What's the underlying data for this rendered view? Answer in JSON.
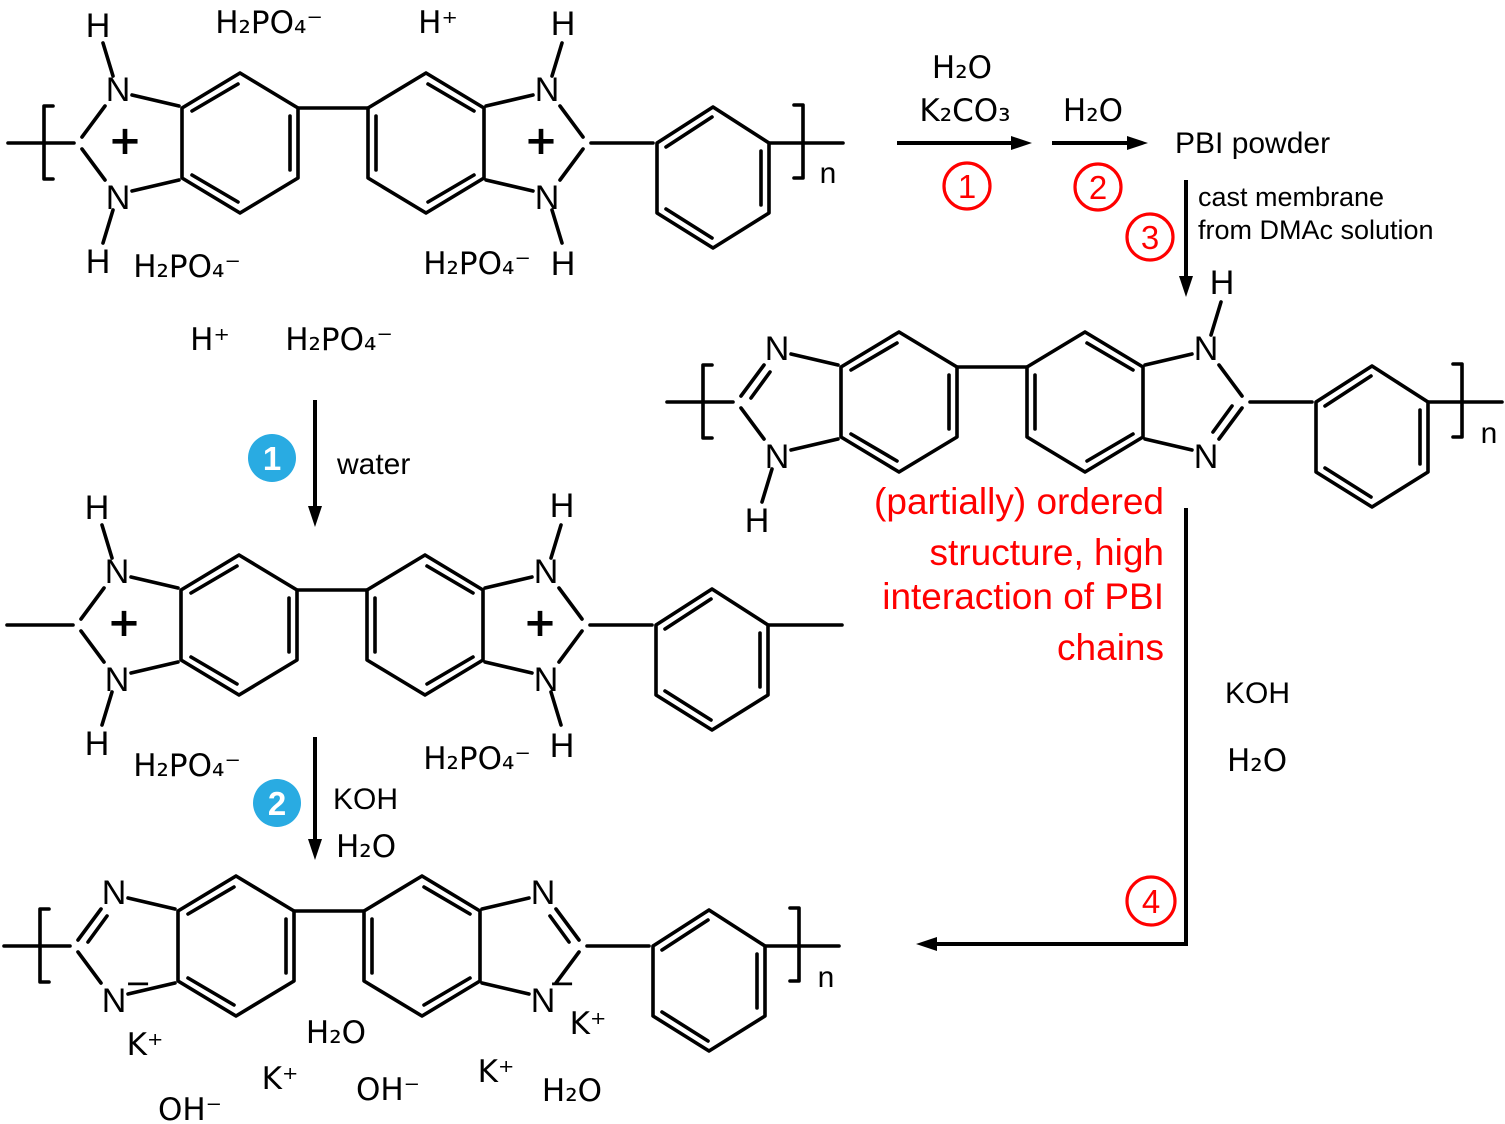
{
  "scheme": {
    "atoms": {
      "nitrogen": "N",
      "hydrogen": "H",
      "plus": "+",
      "minus": "−"
    },
    "repeat_index": "n",
    "formulas": {
      "h2po4": "H₂PO₄⁻",
      "h_plus": "H⁺",
      "h2o": "H₂O",
      "k2co3": "K₂CO₃",
      "koh": "KOH",
      "k_plus": "K⁺",
      "oh_minus": "OH⁻"
    },
    "steps": {
      "blue1": "1",
      "blue2": "2",
      "red1": "1",
      "red2": "2",
      "red3": "3",
      "red4": "4"
    },
    "annotations": {
      "water": "water",
      "pbi_powder": "PBI powder",
      "cast_line1": "cast membrane",
      "cast_line2": "from DMAc solution",
      "note_line1": "(partially) ordered",
      "note_line2": "structure, high",
      "note_line3": "interaction of PBI",
      "note_line4": "chains"
    },
    "colors": {
      "bond": "#000000",
      "step_red": "#ff0000",
      "step_blue": "#29abe2",
      "note_red": "#ff0000"
    }
  }
}
